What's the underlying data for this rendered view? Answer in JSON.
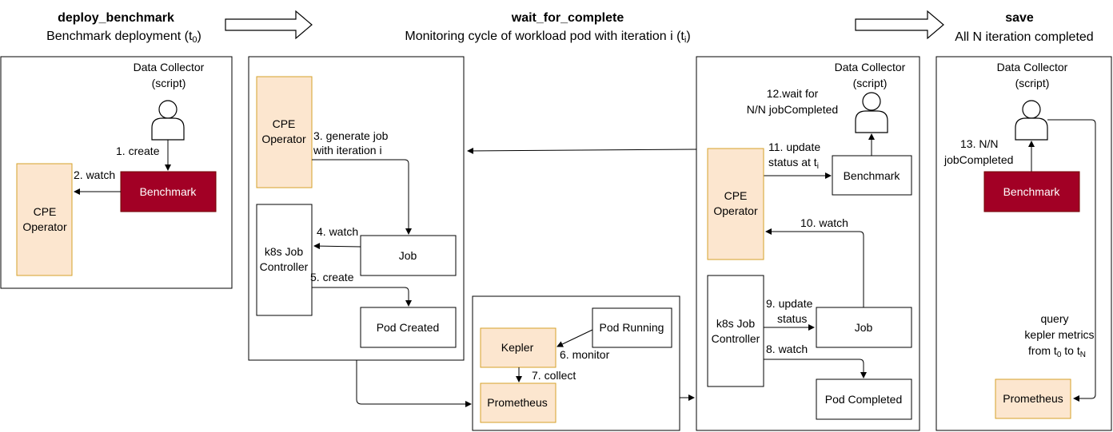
{
  "headers": {
    "deploy_title": "deploy_benchmark",
    "deploy_sub": "Benchmark deployment (t",
    "deploy_sub_sub": "0",
    "deploy_sub_end": ")",
    "wait_title": "wait_for_complete",
    "wait_sub": "Monitoring cycle of workload pod with iteration i (t",
    "wait_sub_sub": "i",
    "wait_sub_end": ")",
    "save_title": "save",
    "save_sub": "All N iteration completed"
  },
  "panel1": {
    "collector_line1": "Data Collector",
    "collector_line2": "(script)",
    "create_label": "1. create",
    "watch_label": "2. watch",
    "benchmark": "Benchmark",
    "cpe_line1": "CPE",
    "cpe_line2": "Operator"
  },
  "panel2": {
    "cpe_line1": "CPE",
    "cpe_line2": "Operator",
    "generate_line1": "3. generate job",
    "generate_line2": "with iteration i",
    "k8s_line1": "k8s Job",
    "k8s_line2": "Controller",
    "watch_label": "4. watch",
    "job": "Job",
    "create_label": "5. create",
    "pod_created": "Pod Created"
  },
  "monitor_panel": {
    "pod_running": "Pod Running",
    "kepler": "Kepler",
    "monitor_label": "6. monitor",
    "collect_label": "7. collect",
    "prometheus": "Prometheus"
  },
  "panel3": {
    "collector_line1": "Data Collector",
    "collector_line2": "(script)",
    "wait_line1": "12.wait for",
    "wait_line2": "N/N jobCompleted",
    "update_line1": "11. update",
    "update_line2": "status at t",
    "update_line2_sub": "i",
    "benchmark": "Benchmark",
    "cpe_line1": "CPE",
    "cpe_line2": "Operator",
    "watch10_label": "10. watch",
    "k8s_line1": "k8s Job",
    "k8s_line2": "Controller",
    "update9_line1": "9. update",
    "update9_line2": "status",
    "job": "Job",
    "watch8_label": "8. watch",
    "pod_completed": "Pod Completed"
  },
  "panel4": {
    "collector_line1": "Data Collector",
    "collector_line2": "(script)",
    "nn_line1": "13. N/N",
    "nn_line2": "jobCompleted",
    "benchmark": "Benchmark",
    "query_line1": "query",
    "query_line2": "kepler metrics",
    "query_line3_a": "from t",
    "query_line3_sub_a": "0",
    "query_line3_b": " to t",
    "query_line3_sub_b": "N",
    "prometheus": "Prometheus"
  },
  "colors": {
    "orange_fill": "#fce6cf",
    "orange_stroke": "#d6a22a",
    "benchmark_red": "#a20025"
  }
}
